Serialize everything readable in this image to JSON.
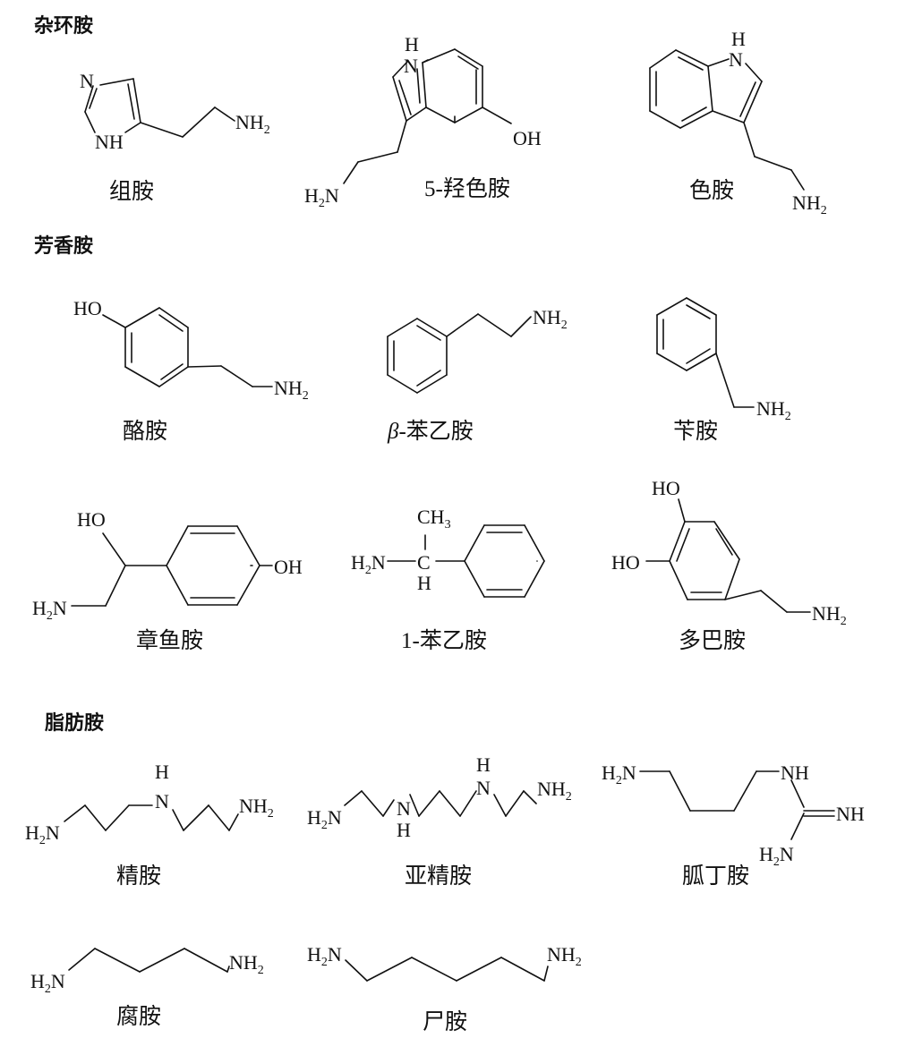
{
  "sections": {
    "heterocyclic": "杂环胺",
    "aromatic": "芳香胺",
    "aliphatic": "脂肪胺"
  },
  "compounds": {
    "histamine": "组胺",
    "serotonin": "5-羟色胺",
    "tryptamine": "色胺",
    "tyramine": "酪胺",
    "phenylethylamine_greek": "β",
    "phenylethylamine_rest": "-苯乙胺",
    "benzylamine": "苄胺",
    "octopamine": "章鱼胺",
    "one_phenylethylamine": "1-苯乙胺",
    "dopamine": "多巴胺",
    "spermine": "精胺",
    "spermidine": "亚精胺",
    "agmatine": "胍丁胺",
    "putrescine": "腐胺",
    "cadaverine": "尸胺"
  },
  "atoms": {
    "N": "N",
    "NH": "NH",
    "H": "H",
    "C": "C",
    "OH": "OH",
    "HO": "HO",
    "NH2_main": "NH",
    "H2N_main": "H",
    "N_tail": "N",
    "two": "2",
    "three": "3",
    "CH3_main": "CH",
    "NH_imine": "NH"
  }
}
